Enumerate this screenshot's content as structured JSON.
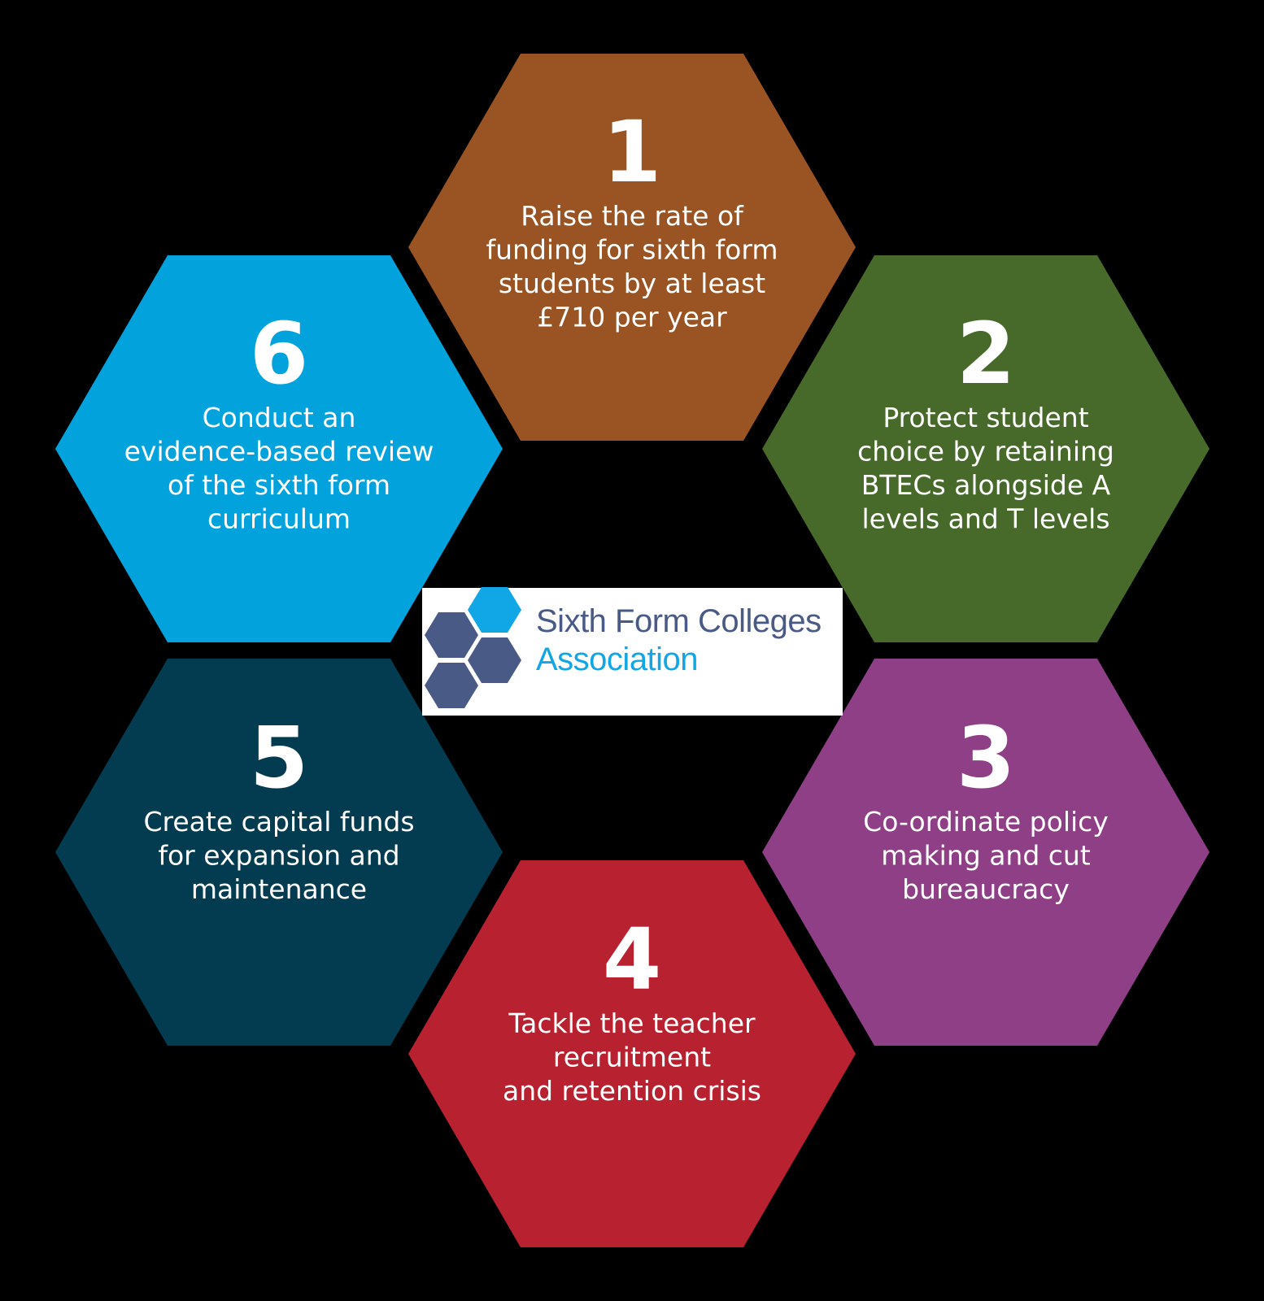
{
  "colors": {
    "background": "#000000",
    "logo_background": "#ffffff",
    "logo_text_dark": "#4a5a86",
    "logo_text_light": "#11a6e6",
    "logo_hex_dark": "#4a5a86",
    "logo_hex_light": "#11a6e6"
  },
  "priorities": [
    {
      "number": "1",
      "color": "#9a5322",
      "lines": [
        "Raise the rate of",
        "funding for sixth form",
        "students by at least",
        "£710 per year"
      ]
    },
    {
      "number": "2",
      "color": "#476a2a",
      "lines": [
        "Protect student",
        "choice by retaining",
        "BTECs alongside A",
        "levels and T levels"
      ]
    },
    {
      "number": "3",
      "color": "#8e3f86",
      "lines": [
        "Co-ordinate policy",
        "making and cut",
        "bureaucracy"
      ]
    },
    {
      "number": "4",
      "color": "#b8212f",
      "lines": [
        "Tackle the teacher",
        "recruitment",
        "and retention crisis"
      ]
    },
    {
      "number": "5",
      "color": "#033c50",
      "lines": [
        "Create capital funds",
        "for expansion and",
        "maintenance"
      ]
    },
    {
      "number": "6",
      "color": "#02a3dc",
      "lines": [
        "Conduct an",
        "evidence-based review",
        "of the sixth form",
        "curriculum"
      ]
    }
  ],
  "logo": {
    "line1": "Sixth Form Colleges",
    "line2": "Association"
  }
}
